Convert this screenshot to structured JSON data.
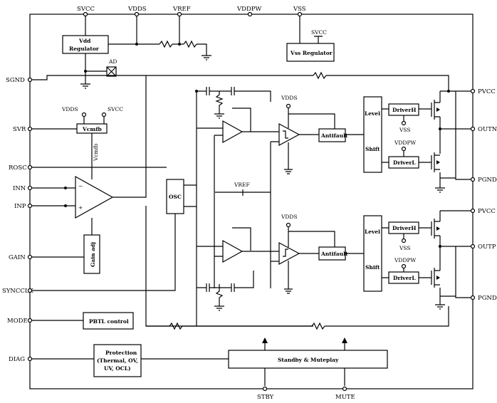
{
  "pins_top": {
    "svcc": "SVCC",
    "vdds": "VDDS",
    "vref": "VREF",
    "vddpw": "VDDPW",
    "vss": "VSS"
  },
  "pins_left": {
    "sgnd": "SGND",
    "svr": "SVR",
    "rosc": "ROSC",
    "inn": "INN",
    "inp": "INP",
    "gain": "GAIN",
    "syncclk": "SYNCCLK",
    "mode": "MODE",
    "diag": "DIAG"
  },
  "pins_right": {
    "pvcc1": "PVCC",
    "outn": "OUTN",
    "pgnd1": "PGND",
    "pvcc2": "PVCC",
    "outp": "OUTP",
    "pgnd2": "PGND"
  },
  "pins_bottom": {
    "stby": "STBY",
    "mute": "MUTE"
  },
  "blocks": {
    "vdd_reg_1": "Vdd",
    "vdd_reg_2": "Regulator",
    "vss_reg": "Vss Regulator",
    "ad": "AD",
    "vcmfb": "Vcmfb",
    "vcmfb_net": "Vcmfb",
    "svr_vdds": "VDDS",
    "svr_svcc": "SVCC",
    "vss_svcc": "SVCC",
    "gain_adj": "Gain adj",
    "osc": "OSC",
    "pbtl": "PBTL control",
    "prot_1": "Protection",
    "prot_2": "(Thermal, OV,",
    "prot_3": "UV, OCL)",
    "standby": "Standby & Muteplay",
    "vref_mid": "VREF",
    "vdds_a": "VDDS",
    "vdds_b": "VDDS",
    "antifault_a": "Antifault",
    "antifault_b": "Antifault",
    "level_a": "Level",
    "shift_a": "Shift",
    "level_b": "Level",
    "shift_b": "Shift",
    "driverh_a": "DriverH",
    "driverl_a": "DriverL",
    "driverh_b": "DriverH",
    "driverl_b": "DriverL",
    "vss_a": "VSS",
    "vddpw_a": "VDDPW",
    "vss_b": "VSS",
    "vddpw_b": "VDDPW",
    "op_minus": "−",
    "op_plus": "+"
  }
}
